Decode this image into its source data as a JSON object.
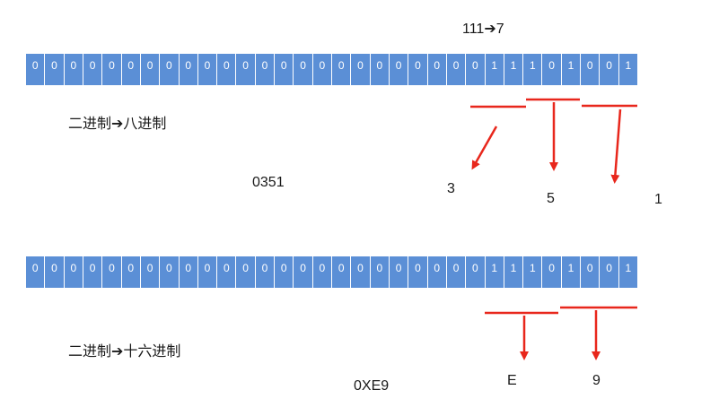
{
  "octal_section": {
    "group_label": "111➔7",
    "bits": [
      0,
      0,
      0,
      0,
      0,
      0,
      0,
      0,
      0,
      0,
      0,
      0,
      0,
      0,
      0,
      0,
      0,
      0,
      0,
      0,
      0,
      0,
      0,
      0,
      1,
      1,
      1,
      0,
      1,
      0,
      0,
      1
    ],
    "title": "二进制➔八进制",
    "result": "0351",
    "digits": [
      "3",
      "5",
      "1"
    ]
  },
  "hex_section": {
    "bits": [
      0,
      0,
      0,
      0,
      0,
      0,
      0,
      0,
      0,
      0,
      0,
      0,
      0,
      0,
      0,
      0,
      0,
      0,
      0,
      0,
      0,
      0,
      0,
      0,
      1,
      1,
      1,
      0,
      1,
      0,
      0,
      1
    ],
    "title": "二进制➔十六进制",
    "result": "0XE9",
    "digits": [
      "E",
      "9"
    ]
  },
  "colors": {
    "cell_fill": "#5b8fd6",
    "cell_text": "#ffffff",
    "annotation": "#e8271c"
  }
}
